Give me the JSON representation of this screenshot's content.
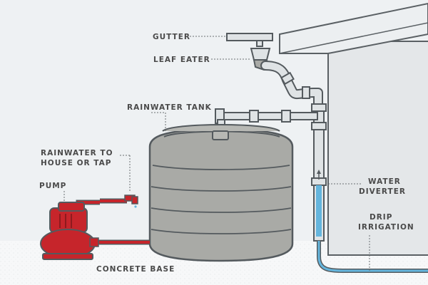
{
  "labels": {
    "gutter": "GUTTER",
    "leaf_eater": "LEAF EATER",
    "rainwater_tank": "RAINWATER TANK",
    "rainwater_to_house_line1": "RAINWATER TO",
    "rainwater_to_house_line2": "HOUSE OR TAP",
    "pump": "PUMP",
    "water_diverter_line1": "WATER",
    "water_diverter_line2": "DIVERTER",
    "drip_irrigation_line1": "DRIP",
    "drip_irrigation_line2": "IRRIGATION",
    "concrete_base": "CONCRETE BASE"
  },
  "colors": {
    "background": "#eef1f3",
    "house_wall": "#e4e7e9",
    "tank": "#a9aaa6",
    "pipe": "#dfe3e5",
    "outline": "#545a5e",
    "pump": "#c6252b",
    "water": "#64b5dd",
    "ground": "#ffffff"
  }
}
